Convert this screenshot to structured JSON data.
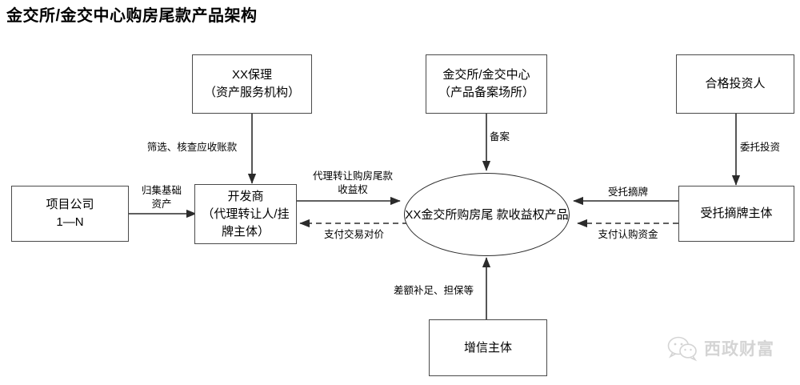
{
  "title": "金交所/金交中心购房尾款产品架构",
  "nodes": {
    "factoring": "XX保理\n（资产服务机构）",
    "factoring_line1": "XX保理",
    "factoring_line2": "（资产服务机构）",
    "exchange_line1": "金交所/金交中心",
    "exchange_line2": "（产品备案场所）",
    "investor": "合格投资人",
    "project_line1": "项目公司",
    "project_line2": "1—N",
    "developer_line1": "开发商",
    "developer_line2": "（代理转让人/挂",
    "developer_line3": "牌主体）",
    "product_line1": "XX金交所购房尾",
    "product_line2": "款收益权产品",
    "bidder": "受托摘牌主体",
    "credit": "增信主体"
  },
  "edges": {
    "screen_check": "筛选、核查应收账款",
    "collect_assets_line1": "归集基础",
    "collect_assets_line2": "资产",
    "filing": "备案",
    "entrust_invest": "委托投资",
    "transfer_right_line1": "代理转让购房尾款",
    "transfer_right_line2": "收益权",
    "pay_consideration": "支付交易对价",
    "entrust_bid": "受托摘牌",
    "pay_subscription": "支付认购资金",
    "credit_support": "差额补足、担保等"
  },
  "watermark": {
    "text": "西政财富",
    "icon": "wechat-icon"
  },
  "colors": {
    "line": "#2b2b2b",
    "box_border": "#4a4a4a",
    "watermark": "#9b9b9b"
  }
}
